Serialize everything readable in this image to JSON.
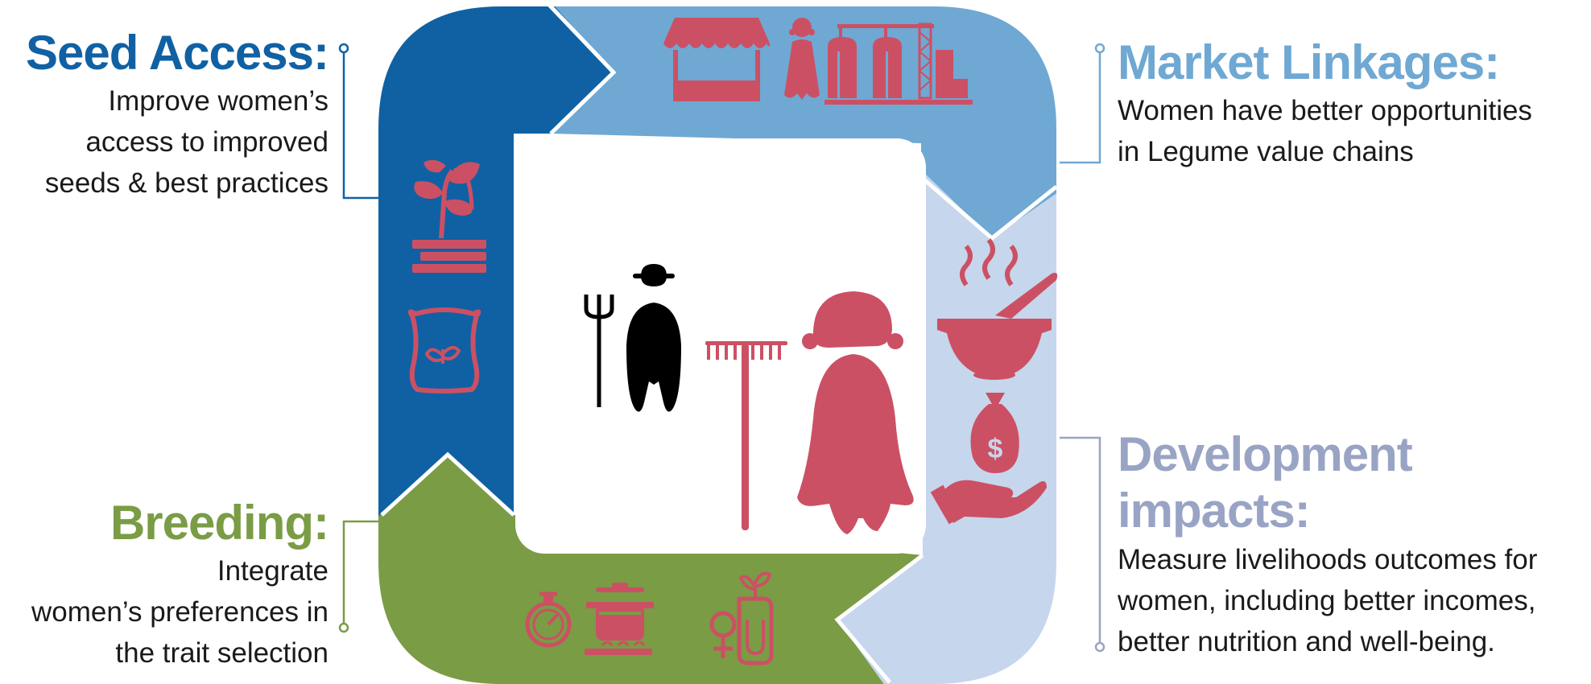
{
  "colors": {
    "seed_blue": "#1061a3",
    "market_blue": "#6fa8d3",
    "development_lavender": "#c6d6ec",
    "development_title": "#99a4c5",
    "breeding_green": "#7a9c45",
    "icon_red": "#cc5064",
    "text": "#1a1a1a"
  },
  "seed_access": {
    "title": "Seed Access:",
    "lines": [
      "Improve women’s",
      "access to improved",
      "seeds & best practices"
    ],
    "icons": [
      "seedling-on-books-icon",
      "seed-bag-icon"
    ]
  },
  "market_linkages": {
    "title": "Market Linkages:",
    "lines": [
      "Women have better opportunities",
      "in Legume value chains"
    ],
    "icons": [
      "market-stall-icon",
      "woman-icon",
      "grain-silo-factory-icon"
    ]
  },
  "development_impacts": {
    "title": "Development impacts:",
    "lines": [
      "Measure livelihoods outcomes for",
      "women, including better incomes,",
      "better nutrition and well-being."
    ],
    "icons": [
      "cooking-bowl-icon",
      "money-bag-in-hand-icon"
    ]
  },
  "breeding": {
    "title": "Breeding:",
    "first_line": "Integrate",
    "lines": [
      "women’s preferences in",
      "the trait selection"
    ],
    "icons": [
      "stopwatch-icon",
      "cooking-pot-icon",
      "female-symbol-with-produce-icon"
    ]
  },
  "center": {
    "icons": [
      "pitchfork-icon",
      "male-farmer-icon",
      "rake-icon",
      "female-farmer-icon"
    ]
  }
}
